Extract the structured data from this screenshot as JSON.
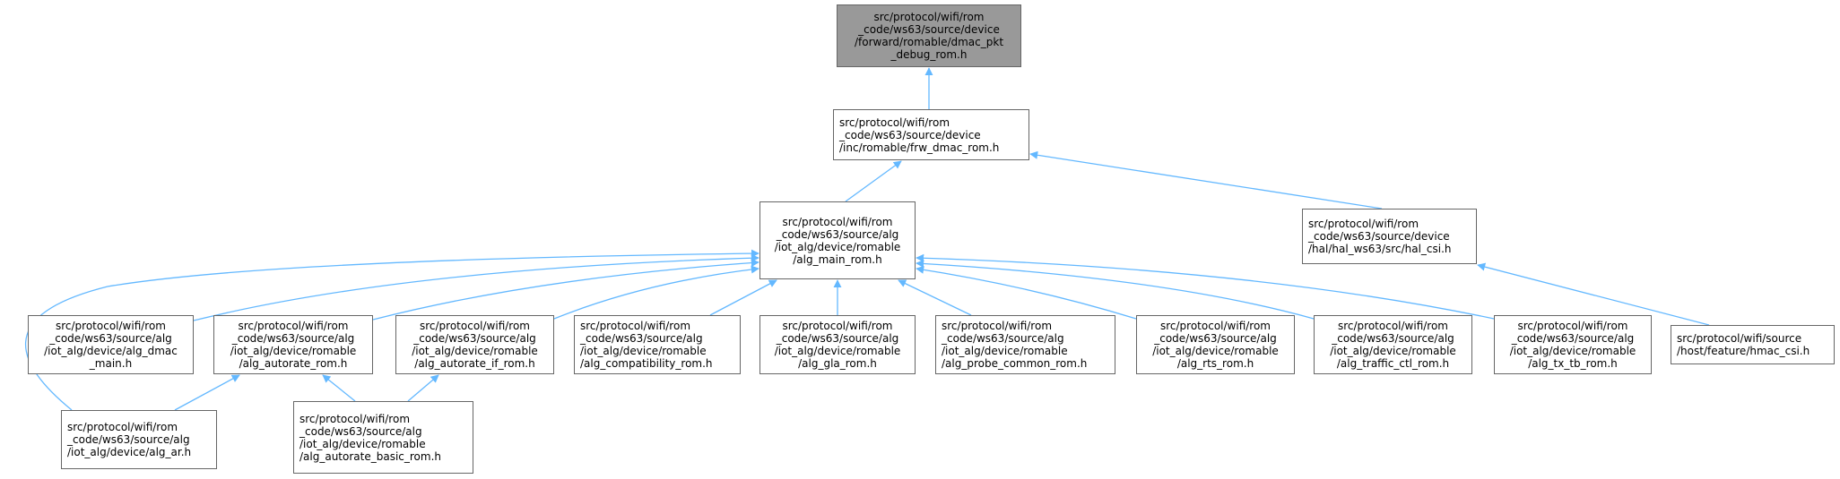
{
  "colors": {
    "edge": "#63b8ff",
    "current_node_fill": "#999999",
    "node_border": "#666666"
  },
  "nodes": {
    "top": "src/protocol/wifi/rom\n_code/ws63/source/device\n/forward/romable/dmac_pkt\n_debug_rom.h",
    "frw": "src/protocol/wifi/rom\n_code/ws63/source/device\n/inc/romable/frw_dmac_rom.h",
    "main": "src/protocol/wifi/rom\n_code/ws63/source/alg\n/iot_alg/device/romable\n/alg_main_rom.h",
    "hal_csi": "src/protocol/wifi/rom\n_code/ws63/source/device\n/hal/hal_ws63/src/hal_csi.h",
    "dmac_main": "src/protocol/wifi/rom\n_code/ws63/source/alg\n/iot_alg/device/alg_dmac\n_main.h",
    "autorate": "src/protocol/wifi/rom\n_code/ws63/source/alg\n/iot_alg/device/romable\n/alg_autorate_rom.h",
    "autorate_if": "src/protocol/wifi/rom\n_code/ws63/source/alg\n/iot_alg/device/romable\n/alg_autorate_if_rom.h",
    "compat": "src/protocol/wifi/rom\n_code/ws63/source/alg\n/iot_alg/device/romable\n/alg_compatibility_rom.h",
    "gla": "src/protocol/wifi/rom\n_code/ws63/source/alg\n/iot_alg/device/romable\n/alg_gla_rom.h",
    "probe": "src/protocol/wifi/rom\n_code/ws63/source/alg\n/iot_alg/device/romable\n/alg_probe_common_rom.h",
    "rts": "src/protocol/wifi/rom\n_code/ws63/source/alg\n/iot_alg/device/romable\n/alg_rts_rom.h",
    "traffic": "src/protocol/wifi/rom\n_code/ws63/source/alg\n/iot_alg/device/romable\n/alg_traffic_ctl_rom.h",
    "tx_tb": "src/protocol/wifi/rom\n_code/ws63/source/alg\n/iot_alg/device/romable\n/alg_tx_tb_rom.h",
    "hmac_csi": "src/protocol/wifi/source\n/host/feature/hmac_csi.h",
    "ar": "src/protocol/wifi/rom\n_code/ws63/source/alg\n/iot_alg/device/alg_ar.h",
    "basic": "src/protocol/wifi/rom\n_code/ws63/source/alg\n/iot_alg/device/romable\n/alg_autorate_basic_rom.h"
  },
  "edges": [
    {
      "from": "frw",
      "to": "top"
    },
    {
      "from": "main",
      "to": "frw"
    },
    {
      "from": "hal_csi",
      "to": "frw"
    },
    {
      "from": "hmac_csi",
      "to": "hal_csi"
    },
    {
      "from": "dmac_main",
      "to": "main"
    },
    {
      "from": "autorate",
      "to": "main"
    },
    {
      "from": "autorate_if",
      "to": "main"
    },
    {
      "from": "compat",
      "to": "main"
    },
    {
      "from": "gla",
      "to": "main"
    },
    {
      "from": "probe",
      "to": "main"
    },
    {
      "from": "rts",
      "to": "main"
    },
    {
      "from": "traffic",
      "to": "main"
    },
    {
      "from": "tx_tb",
      "to": "main"
    },
    {
      "from": "ar",
      "to": "main"
    },
    {
      "from": "ar",
      "to": "autorate"
    },
    {
      "from": "basic",
      "to": "autorate"
    },
    {
      "from": "basic",
      "to": "autorate_if"
    }
  ]
}
